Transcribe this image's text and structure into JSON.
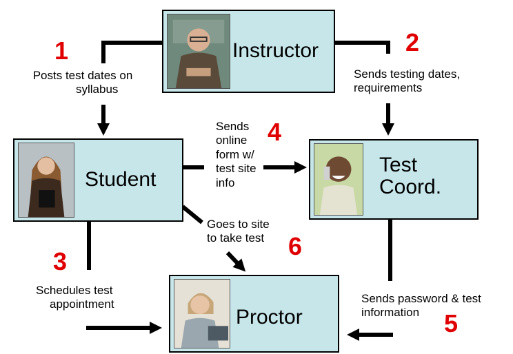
{
  "nodes": {
    "instructor": {
      "label": "Instructor"
    },
    "student": {
      "label": "Student"
    },
    "coord": {
      "label_line1": "Test",
      "label_line2": "Coord."
    },
    "proctor": {
      "label": "Proctor"
    }
  },
  "steps": {
    "s1": {
      "number": "1",
      "line1": "Posts test dates on",
      "line2": "syllabus"
    },
    "s2": {
      "number": "2",
      "line1": "Sends testing dates,",
      "line2": "requirements"
    },
    "s3": {
      "number": "3",
      "line1": "Schedules test",
      "line2": "appointment"
    },
    "s4": {
      "number": "4",
      "line1": "Sends",
      "line2": "online",
      "line3": "form w/",
      "line4": "test site",
      "line5": "info"
    },
    "s5": {
      "number": "5",
      "line1": "Sends password & test",
      "line2": "information"
    },
    "s6": {
      "number": "6",
      "line1": "Goes to site",
      "line2": "to take test"
    }
  },
  "colors": {
    "box_fill": "#c7e6ea",
    "step_number": "#e00000",
    "arrow": "#000000"
  }
}
